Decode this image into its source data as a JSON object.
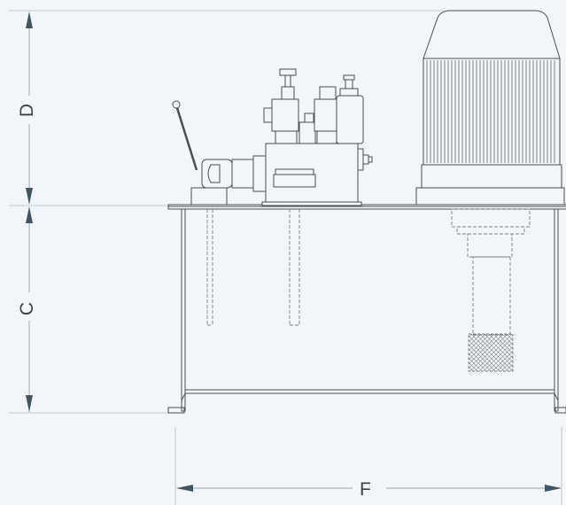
{
  "dimensions": {
    "d_label": "D",
    "c_label": "C",
    "f_label": "F"
  },
  "colors": {
    "background": "#f2f6f9",
    "line": "#4a4f55",
    "hidden_line": "#7a7f85",
    "dimension_line": "#9aa3aa",
    "arrow": "#3f5563"
  }
}
